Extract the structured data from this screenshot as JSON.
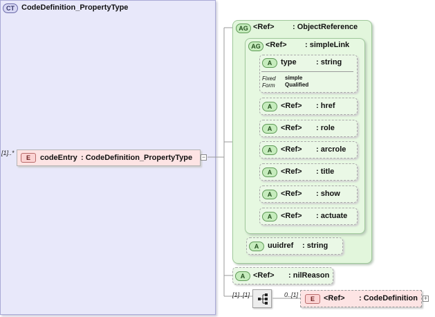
{
  "complex_type": {
    "badge": "CT",
    "name": "CodeDefinition_PropertyType"
  },
  "object_reference_group": {
    "badge": "AG",
    "ref": "<Ref>",
    "type": ": ObjectReference"
  },
  "simple_link_group": {
    "badge": "AG",
    "ref": "<Ref>",
    "type": ": simpleLink"
  },
  "type_attribute": {
    "badge": "A",
    "name": "type",
    "type": ": string",
    "fixed_label": "Fixed",
    "fixed_value": "simple",
    "form_label": "Form",
    "form_value": "Qualified"
  },
  "ref_attributes": [
    {
      "badge": "A",
      "ref": "<Ref>",
      "name": ": href"
    },
    {
      "badge": "A",
      "ref": "<Ref>",
      "name": ": role"
    },
    {
      "badge": "A",
      "ref": "<Ref>",
      "name": ": arcrole"
    },
    {
      "badge": "A",
      "ref": "<Ref>",
      "name": ": title"
    },
    {
      "badge": "A",
      "ref": "<Ref>",
      "name": ": show"
    },
    {
      "badge": "A",
      "ref": "<Ref>",
      "name": ": actuate"
    }
  ],
  "uuidref_attribute": {
    "badge": "A",
    "name": "uuidref",
    "type": ": string"
  },
  "nil_reason_attribute": {
    "badge": "A",
    "ref": "<Ref>",
    "type": ": nilReason"
  },
  "root_element": {
    "badge": "E",
    "multiplicity": "[1]..*",
    "name": "codeEntry",
    "type": ": CodeDefinition_PropertyType"
  },
  "sequence": {
    "multiplicity": "[1]..[1]"
  },
  "child_element": {
    "badge": "E",
    "multiplicity": "0..[1]",
    "ref": "<Ref>",
    "type": ": CodeDefinition"
  },
  "expand_symbols": {
    "collapse": "−",
    "expand": "+"
  }
}
